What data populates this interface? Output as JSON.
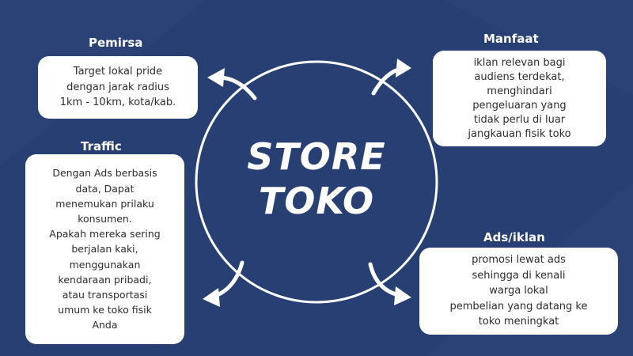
{
  "colors": {
    "background": "#283f73",
    "circle": "#ffffff",
    "card": "#ffffff",
    "heading": "#ffffff",
    "text": "#2d2d2d"
  },
  "center": {
    "line1": "STORE",
    "line2": "TOKO"
  },
  "sections": {
    "pemirsa": {
      "title": "Pemirsa",
      "lines": [
        "Target lokal pride",
        "dengan jarak radius",
        "1km - 10km, kota/kab."
      ]
    },
    "manfaat": {
      "title": "Manfaat",
      "lines": [
        "iklan relevan bagi",
        "audiens terdekat,",
        "menghindari",
        "pengeluaran yang",
        "tidak perlu di luar",
        "jangkauan fisik toko"
      ]
    },
    "traffic": {
      "title": "Traffic",
      "lines": [
        "Dengan Ads berbasis",
        "data, Dapat",
        "menemukan prilaku",
        "konsumen.",
        "Apakah mereka sering",
        "berjalan kaki,",
        "menggunakan",
        "kendaraan pribadi,",
        "atau transportasi",
        "umum ke toko fisik",
        "Anda"
      ]
    },
    "ads": {
      "title": "Ads/iklan",
      "lines": [
        "promosi lewat ads",
        "sehingga di kenali",
        "warga lokal",
        "pembelian yang datang ke",
        "toko meningkat"
      ]
    }
  },
  "arrows": [
    "curved-arrow-top-left",
    "curved-arrow-top-right",
    "curved-arrow-bottom-left",
    "curved-arrow-bottom-right"
  ]
}
